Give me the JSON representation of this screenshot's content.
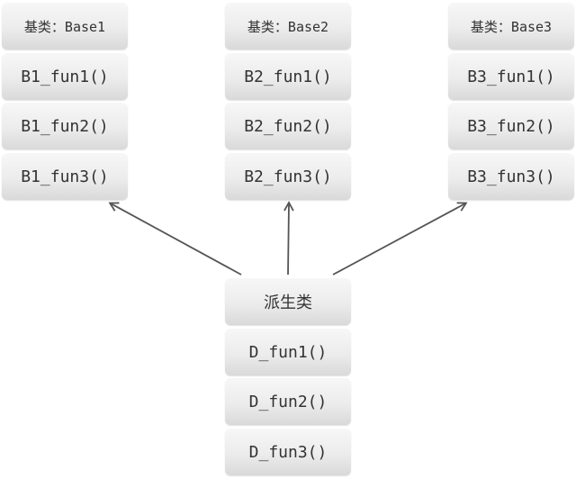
{
  "base_classes": [
    {
      "header": "基类：Base1",
      "methods": [
        "B1_fun1()",
        "B1_fun2()",
        "B1_fun3()"
      ]
    },
    {
      "header": "基类：Base2",
      "methods": [
        "B2_fun1()",
        "B2_fun2()",
        "B2_fun3()"
      ]
    },
    {
      "header": "基类：Base3",
      "methods": [
        "B3_fun1()",
        "B3_fun2()",
        "B3_fun3()"
      ]
    }
  ],
  "derived_class": {
    "header": "派生类",
    "methods": [
      "D_fun1()",
      "D_fun2()",
      "D_fun3()"
    ]
  },
  "colors": {
    "box_top": "#f7f7f7",
    "box_bottom": "#d9d9d9",
    "text": "#333333",
    "arrow": "#555555"
  }
}
